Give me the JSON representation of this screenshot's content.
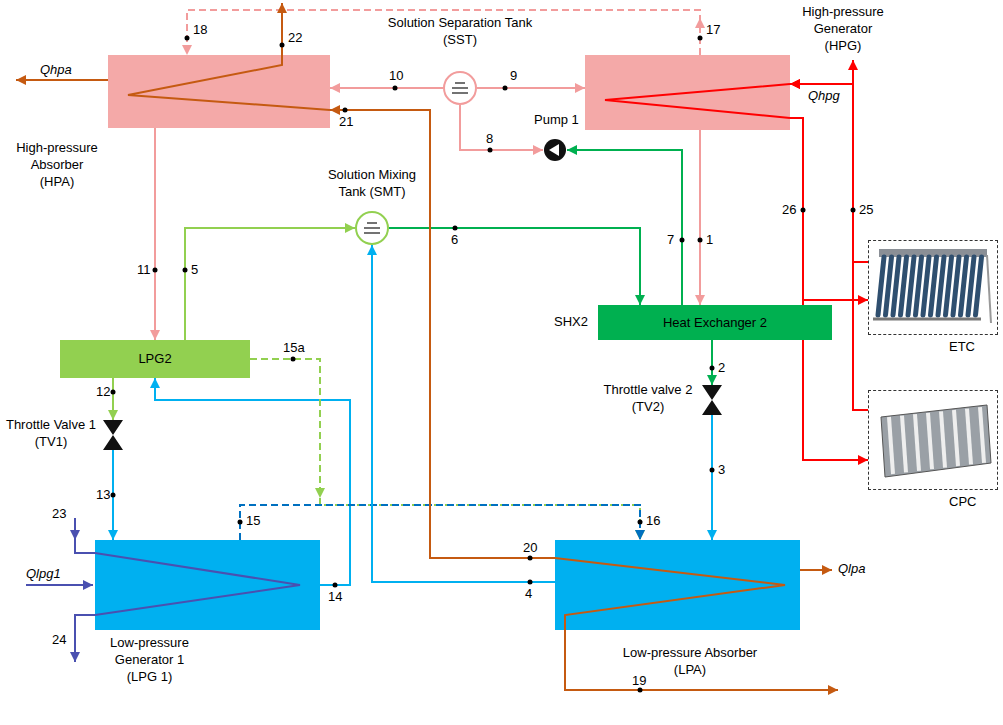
{
  "diagram": {
    "nodes": [
      {
        "text": [
          "High-pressure Absorber (HPA)"
        ]
      },
      {
        "text": [
          "Solution Separation Tank (SST)"
        ]
      },
      {
        "text": [
          "High-pressure Generator (HPG)"
        ]
      },
      {
        "text": [
          "Solution Mixing Tank (SMT)"
        ]
      },
      {
        "text": [
          "SHX2",
          "Heat Exchanger 2"
        ]
      },
      {
        "text": [
          "LPG2"
        ]
      },
      {
        "text": [
          "Throttle Valve 1 (TV1)"
        ]
      },
      {
        "text": [
          "Low-pressure Generator 1 (LPG 1)"
        ]
      },
      {
        "text": [
          "Low-pressure Absorber (LPA)"
        ]
      },
      {
        "text": [
          "Throttle valve 2 (TV2)"
        ]
      },
      {
        "text": [
          "Pump 1"
        ]
      },
      {
        "text": [
          "ETC"
        ]
      },
      {
        "text": [
          "CPC"
        ]
      }
    ],
    "edges": [
      {
        "from": 2,
        "to": 0,
        "arrow": "to"
      },
      {
        "from": 1,
        "to": 0,
        "arrow": "to"
      },
      {
        "from": 1,
        "to": 2,
        "arrow": "to"
      },
      {
        "from": 1,
        "to": 10,
        "arrow": "to"
      },
      {
        "from": 4,
        "to": 10,
        "arrow": "to"
      },
      {
        "from": 2,
        "to": 4,
        "arrow": "to"
      },
      {
        "from": 3,
        "to": 4,
        "arrow": "to"
      },
      {
        "from": 4,
        "to": 9,
        "arrow": "to"
      },
      {
        "from": 9,
        "to": 8,
        "arrow": "to"
      },
      {
        "from": 0,
        "to": 5,
        "arrow": "to"
      },
      {
        "from": 5,
        "to": 3,
        "arrow": "to"
      },
      {
        "from": 5,
        "to": 6,
        "arrow": "to"
      },
      {
        "from": 6,
        "to": 7,
        "arrow": "to"
      },
      {
        "from": 7,
        "to": 5,
        "arrow": "to"
      },
      {
        "from": 5,
        "to": 8,
        "arrow": "to"
      },
      {
        "from": 7,
        "to": 8,
        "arrow": "to"
      },
      {
        "from": 8,
        "to": 3,
        "arrow": "to"
      },
      {
        "from": 8,
        "to": 0,
        "arrow": "to"
      },
      {
        "from": 11,
        "to": 2,
        "arrow": "to"
      },
      {
        "from": 12,
        "to": 2,
        "arrow": "to"
      },
      {
        "from": 2,
        "to": 11,
        "arrow": "to"
      },
      {
        "from": 2,
        "to": 12,
        "arrow": "to"
      }
    ],
    "labels": [
      "Qhpa",
      "18",
      "22",
      "10",
      "9",
      "17",
      "Qhpg",
      "21",
      "8",
      "7",
      "1",
      "26",
      "25",
      "11",
      "5",
      "6",
      "15a",
      "12",
      "2",
      "13",
      "23",
      "15",
      "16",
      "3",
      "20",
      "14",
      "4",
      "Qlpg1",
      "24",
      "Qlpa",
      "19"
    ]
  }
}
